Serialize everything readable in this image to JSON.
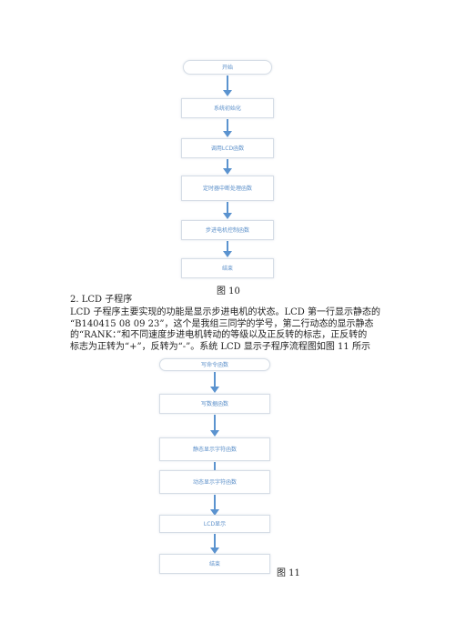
{
  "figure10": {
    "steps": [
      "开始",
      "系统初始化",
      "调用LCD函数",
      "定时器中断处理函数",
      "步进电机控制函数",
      "结束"
    ],
    "caption": "图 10"
  },
  "section": {
    "heading": "2. LCD 子程序",
    "lines": [
      "LCD 子程序主要实现的功能是显示步进电机的状态。LCD 第一行显示静态的",
      "“B140415 08 09 23”，这个是我组三同学的学号，第二行动态的显示静态",
      "的“RANK：”和不同速度步进电机转动的等级以及正反转的标志，正反转的",
      "标志为正转为“+”，反转为“-”。系统 LCD 显示子程序流程图如图 11 所示"
    ]
  },
  "figure11": {
    "steps": [
      "写命令函数",
      "写数据函数",
      "静态显示字符函数",
      "动态显示字符函数",
      "LCD显示",
      "结束"
    ],
    "caption": "图 11"
  }
}
